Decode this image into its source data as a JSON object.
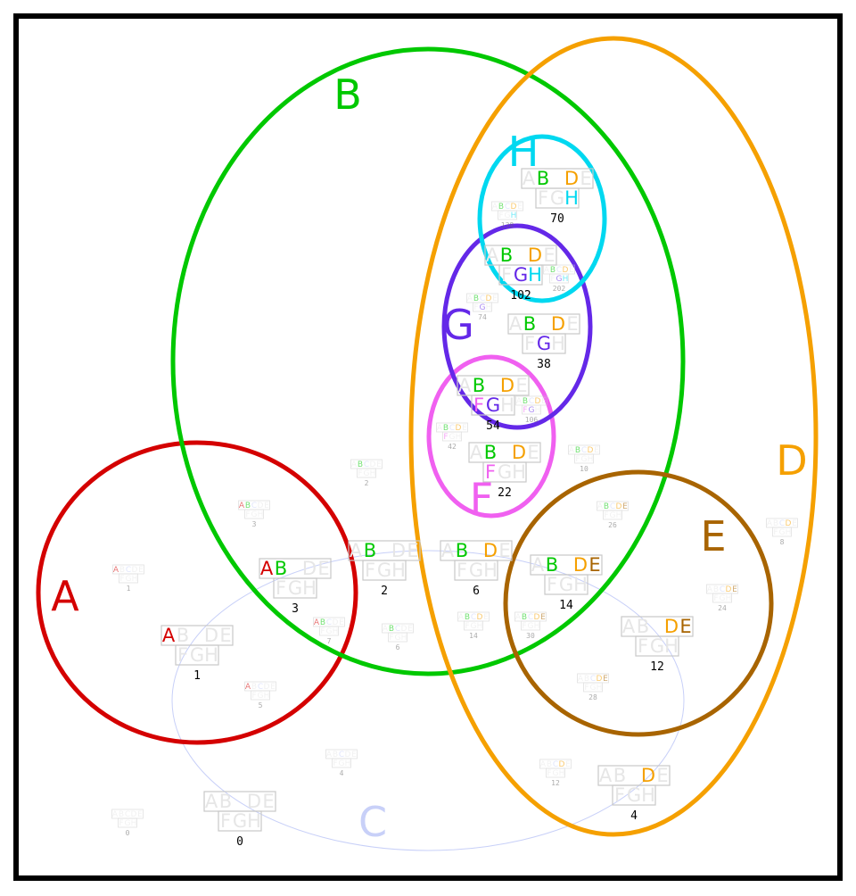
{
  "diagram": {
    "title": "",
    "sets": [
      {
        "name": "A",
        "color": "#d40000"
      },
      {
        "name": "B",
        "color": "#00c800"
      },
      {
        "name": "C",
        "color": "#c8d0f8"
      },
      {
        "name": "D",
        "color": "#f5a000"
      },
      {
        "name": "E",
        "color": "#a86400"
      },
      {
        "name": "F",
        "color": "#f060f0"
      },
      {
        "name": "G",
        "color": "#6428e8"
      },
      {
        "name": "H",
        "color": "#00d8f0"
      }
    ],
    "glyph_rows": [
      [
        "A",
        "B",
        "C",
        "D",
        "E"
      ],
      [
        "F",
        "G",
        "H"
      ]
    ],
    "inactive_letter_color": "#e6e6e6",
    "regions": [
      {
        "members": [
          "B",
          "D",
          "H"
        ],
        "count": "70",
        "size": "large"
      },
      {
        "members": [
          "B",
          "D",
          "G",
          "H"
        ],
        "count": "102",
        "size": "large"
      },
      {
        "members": [
          "B",
          "D",
          "G"
        ],
        "count": "38",
        "size": "large"
      },
      {
        "members": [
          "B",
          "D",
          "F",
          "G"
        ],
        "count": "54",
        "size": "large"
      },
      {
        "members": [
          "B",
          "D",
          "F"
        ],
        "count": "22",
        "size": "large"
      },
      {
        "members": [
          "A",
          "B"
        ],
        "count": "3",
        "size": "large"
      },
      {
        "members": [
          "B"
        ],
        "count": "2",
        "size": "large"
      },
      {
        "members": [
          "B",
          "D"
        ],
        "count": "6",
        "size": "large"
      },
      {
        "members": [
          "B",
          "D",
          "E"
        ],
        "count": "14",
        "size": "large"
      },
      {
        "members": [
          "A"
        ],
        "count": "1",
        "size": "large"
      },
      {
        "members": [
          "D",
          "E"
        ],
        "count": "12",
        "size": "large"
      },
      {
        "members": [],
        "count": "0",
        "size": "large"
      },
      {
        "members": [
          "D"
        ],
        "count": "4",
        "size": "large"
      },
      {
        "members": [
          "B",
          "C",
          "D",
          "H"
        ],
        "count": "138",
        "size": "small"
      },
      {
        "members": [
          "B",
          "C",
          "D",
          "G",
          "H"
        ],
        "count": "202",
        "size": "small"
      },
      {
        "members": [
          "B",
          "C",
          "D",
          "G"
        ],
        "count": "74",
        "size": "small"
      },
      {
        "members": [
          "B",
          "C",
          "D",
          "F",
          "G"
        ],
        "count": "106",
        "size": "small"
      },
      {
        "members": [
          "B",
          "C",
          "D",
          "F"
        ],
        "count": "42",
        "size": "small"
      },
      {
        "members": [
          "B",
          "C",
          "D"
        ],
        "count": "10",
        "size": "small"
      },
      {
        "members": [
          "B",
          "C"
        ],
        "count": "2",
        "size": "small"
      },
      {
        "members": [
          "A",
          "B",
          "C"
        ],
        "count": "3",
        "size": "small"
      },
      {
        "members": [
          "B",
          "C",
          "D",
          "E"
        ],
        "count": "26",
        "size": "small"
      },
      {
        "members": [
          "C",
          "D"
        ],
        "count": "8",
        "size": "small"
      },
      {
        "members": [
          "A",
          "C"
        ],
        "count": "1",
        "size": "small"
      },
      {
        "members": [
          "A",
          "B",
          "C"
        ],
        "count": "7",
        "size": "small"
      },
      {
        "members": [
          "B",
          "C"
        ],
        "count": "6",
        "size": "small"
      },
      {
        "members": [
          "B",
          "C",
          "D"
        ],
        "count": "14",
        "size": "small"
      },
      {
        "members": [
          "B",
          "C",
          "D",
          "E"
        ],
        "count": "30",
        "size": "small"
      },
      {
        "members": [
          "C",
          "D",
          "E"
        ],
        "count": "24",
        "size": "small"
      },
      {
        "members": [
          "A",
          "C"
        ],
        "count": "5",
        "size": "small"
      },
      {
        "members": [
          "C",
          "D",
          "E"
        ],
        "count": "28",
        "size": "small"
      },
      {
        "members": [
          "C"
        ],
        "count": "4",
        "size": "small"
      },
      {
        "members": [
          "C",
          "D"
        ],
        "count": "12",
        "size": "small"
      },
      {
        "members": [],
        "count": "0",
        "size": "small"
      }
    ]
  }
}
